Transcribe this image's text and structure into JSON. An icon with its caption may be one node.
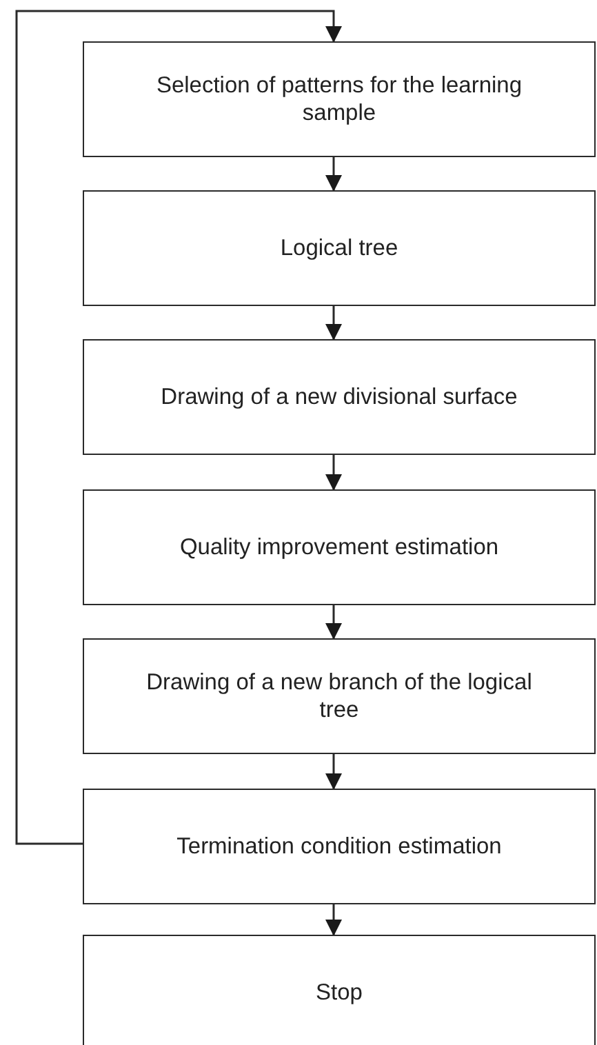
{
  "diagram": {
    "nodes": [
      {
        "text": [
          "Selection of patterns for the learning sample"
        ]
      },
      {
        "text": [
          "Logical tree"
        ]
      },
      {
        "text": [
          "Drawing of a new divisional surface"
        ]
      },
      {
        "text": [
          "Quality improvement estimation"
        ]
      },
      {
        "text": [
          "Drawing of a new branch of the logical tree"
        ]
      },
      {
        "text": [
          "Termination condition estimation"
        ]
      },
      {
        "text": [
          "Stop"
        ]
      }
    ],
    "edges": [
      {
        "from": 0,
        "to": 1,
        "arrow": "to"
      },
      {
        "from": 1,
        "to": 2,
        "arrow": "to"
      },
      {
        "from": 2,
        "to": 3,
        "arrow": "to"
      },
      {
        "from": 3,
        "to": 4,
        "arrow": "to"
      },
      {
        "from": 4,
        "to": 5,
        "arrow": "to"
      },
      {
        "from": 5,
        "to": 6,
        "arrow": "to"
      },
      {
        "from": 5,
        "to": 0,
        "arrow": "to"
      }
    ]
  }
}
